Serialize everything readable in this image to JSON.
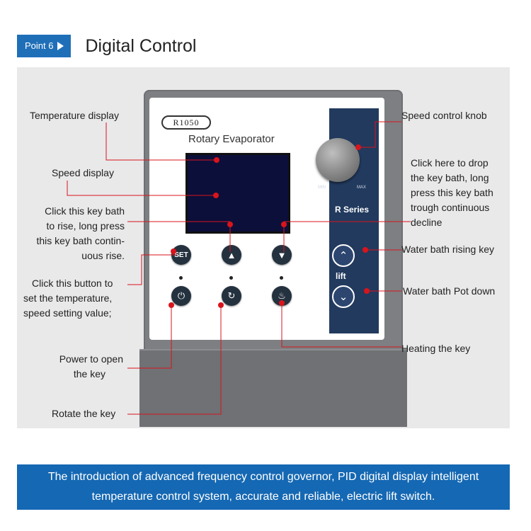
{
  "header": {
    "badge": "Point 6",
    "title": "Digital Control"
  },
  "device": {
    "model": "R1050",
    "product_name": "Rotary Evaporator",
    "knob_min": "MIN",
    "knob_max": "MAX",
    "series": "R Series",
    "lift_label": "lift",
    "set_key_label": "SET"
  },
  "annotations": {
    "temperature_display": "Temperature display",
    "speed_display": "Speed display",
    "rise_key": [
      "Click this key bath",
      "to rise, long press",
      "this key bath contin-",
      "uous rise."
    ],
    "set_button": [
      "Click this button to",
      "set the temperature,",
      "speed setting value;"
    ],
    "power_key": [
      "Power to open",
      "the key"
    ],
    "rotate_key": "Rotate the key",
    "speed_knob": "Speed control knob",
    "drop_key": [
      "Click here to drop",
      "the key bath, long",
      "press this key bath",
      "trough continuous",
      "decline"
    ],
    "water_rise": "Water bath rising key",
    "water_down": "Water bath Pot down",
    "heating_key": "Heating the key"
  },
  "footer": {
    "line1": "The introduction of advanced frequency control governor, PID digital display intelligent",
    "line2": "temperature control system, accurate and reliable, electric lift switch."
  },
  "colors": {
    "accent_blue": "#1f6fb8",
    "footer_blue": "#1568b3",
    "leader_red": "#d9141c",
    "panel_navy": "#223a5e"
  }
}
